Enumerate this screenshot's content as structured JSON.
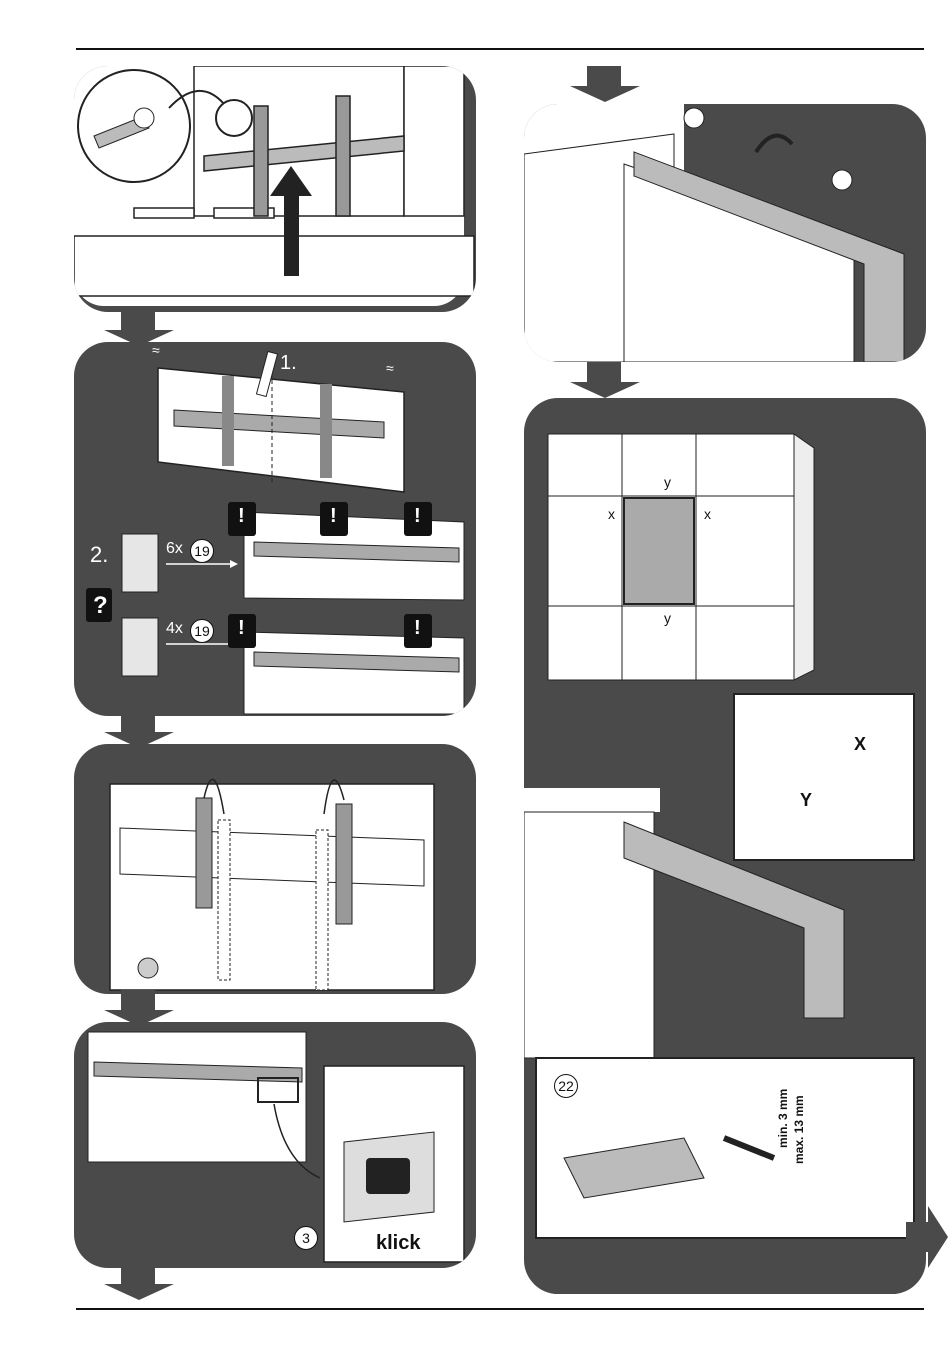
{
  "steps": {
    "mark_step": "1.",
    "fix_step": "2.",
    "screws_6": "6x",
    "screws_4": "4x",
    "part_19": "19",
    "part_3": "3",
    "part_22": "22",
    "help_mark": "?",
    "warn_mark": "!",
    "click_label": "klick",
    "approx": "≈"
  },
  "adjust": {
    "x": "x",
    "y": "y",
    "X": "X",
    "Y": "Y",
    "min_label": "min. 3 mm",
    "max_label": "max. 13 mm"
  },
  "colors": {
    "panel": "#4a4a4a",
    "arrow": "#4a4a4a",
    "door_fill": "#d9d9d9"
  }
}
